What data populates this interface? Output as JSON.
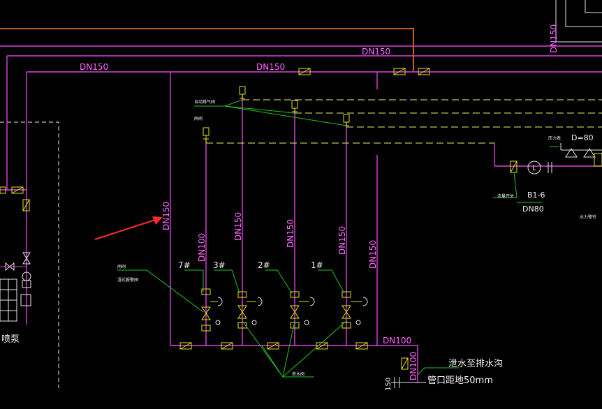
{
  "colors": {
    "background": "#000000",
    "pipe": "#e040e0",
    "pipe_fill": "#ff66ff",
    "orange_pipe": "#ff7a1a",
    "yellow_line": "#f0f060",
    "valve": "#e6e600",
    "leader": "#22c422",
    "white": "#e8e8e8",
    "label_white": "#f2f2f2",
    "arrow": "#ff2a2a"
  },
  "labels": {
    "dn150_top_right": "DN150",
    "dn150_main": "DN150",
    "dn150_left": "DN150",
    "dn150_mid": "DN150",
    "dn150_vertical_main": "DN150",
    "dn100_riser7": "DN100",
    "dn150_riser3": "DN150",
    "dn150_riser2": "DN150",
    "dn150_riser1": "DN150",
    "dn150_riser_right": "DN150",
    "dn100_drain": "DN100",
    "dn100_drain_vertical": "DN100",
    "riser_7": "7#",
    "riser_3": "3#",
    "riser_2": "2#",
    "riser_1": "1#",
    "pump_label": "喷泵",
    "drain_note_1": "泄水至排水沟",
    "drain_note_2": "管口距地50mm",
    "dim_150": "150",
    "b1_label": "B1-6",
    "dn80_label": "DN80",
    "d80_label": "D=80",
    "small_exhaust_valve": "自动排气阀",
    "small_gate_valve": "闸阀",
    "small_alarm_valve_a": "闸阀",
    "small_alarm_valve_b": "湿式报警阀",
    "small_drain_valve": "泄水阀",
    "small_flow_switch": "流量开关",
    "small_pressure": "压力表",
    "small_reducer": "水力警铃"
  }
}
